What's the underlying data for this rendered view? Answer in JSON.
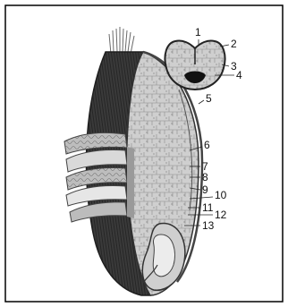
{
  "figure": {
    "labels": [
      "1",
      "2",
      "3",
      "4",
      "5",
      "6",
      "7",
      "8",
      "9",
      "10",
      "11",
      "12",
      "13"
    ]
  }
}
